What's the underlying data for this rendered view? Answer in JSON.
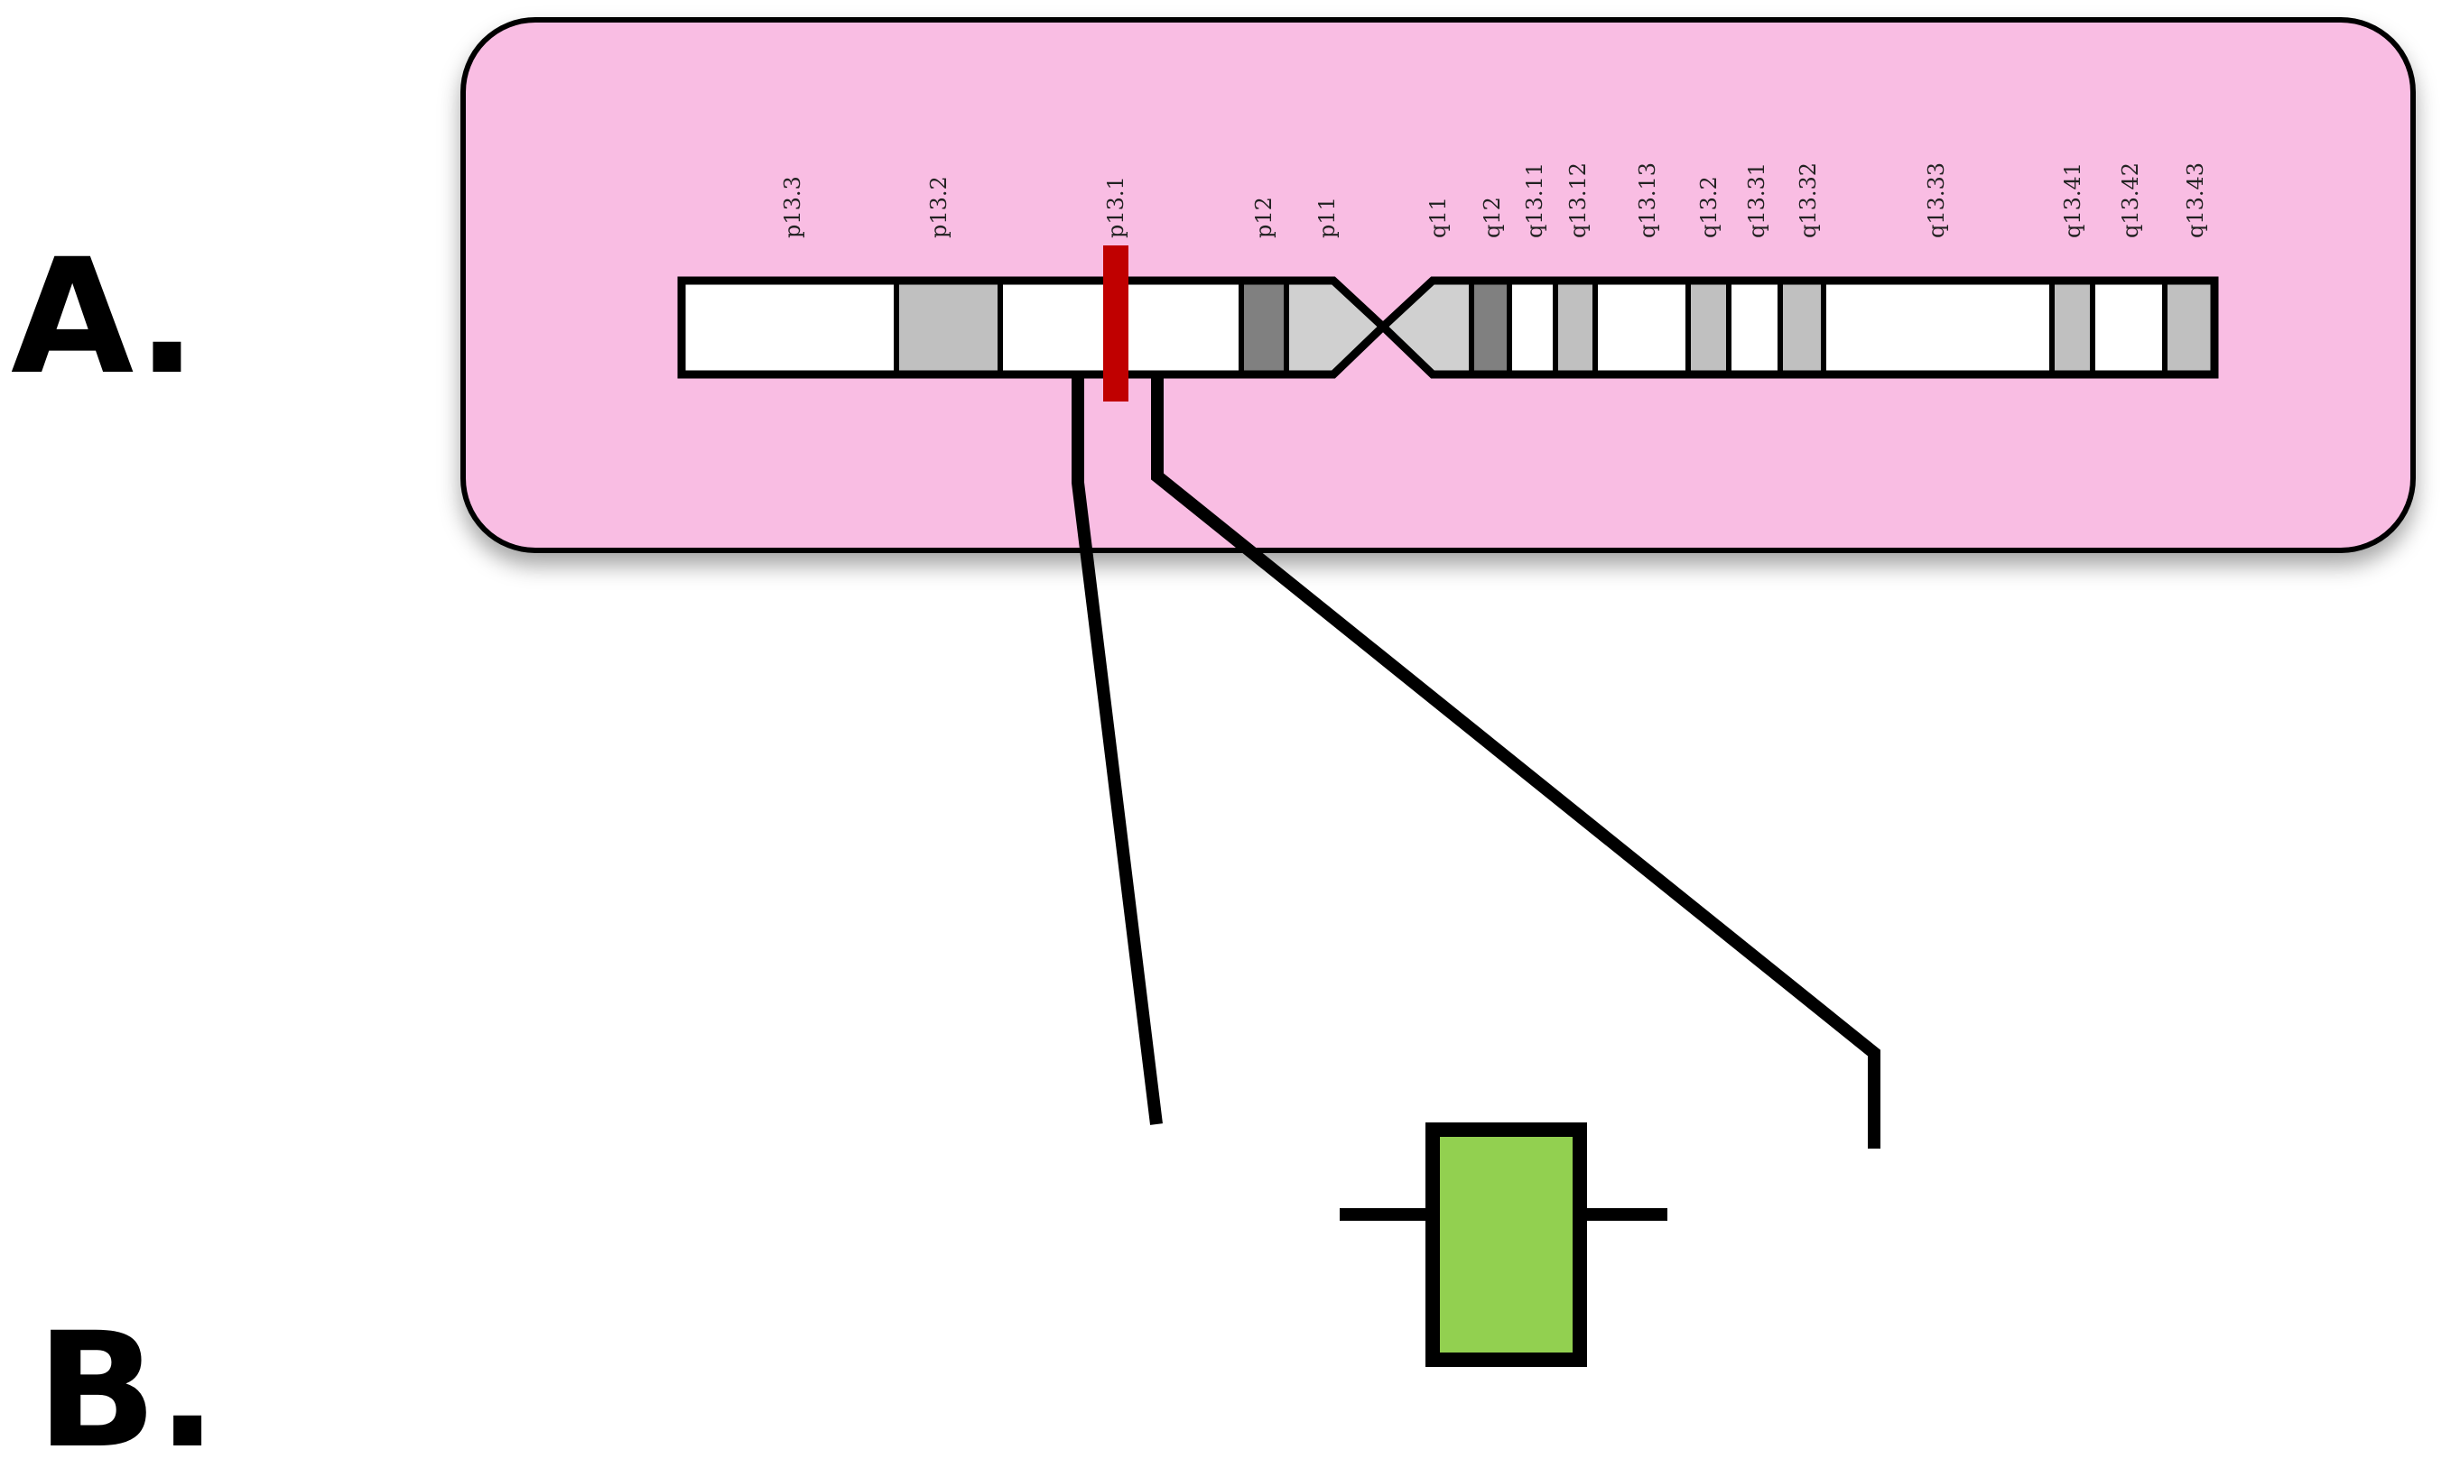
{
  "panel_labels": {
    "a": "A.",
    "b": "B."
  },
  "colors": {
    "panel_background": "#f9bde3",
    "outline": "#000000",
    "marker": "#c00000",
    "gene_box": "#92d050",
    "band_white": "#ffffff",
    "band_light": "#c0c0c0",
    "band_dark": "#808080",
    "centromere": "#d0d0d0"
  },
  "chromosome": {
    "bands": [
      {
        "name": "p13.3",
        "stain": "white"
      },
      {
        "name": "p13.2",
        "stain": "light"
      },
      {
        "name": "p13.1",
        "stain": "white"
      },
      {
        "name": "p12",
        "stain": "dark"
      },
      {
        "name": "p11",
        "stain": "centromere"
      },
      {
        "name": "q11",
        "stain": "centromere"
      },
      {
        "name": "q12",
        "stain": "dark"
      },
      {
        "name": "q13.11",
        "stain": "white"
      },
      {
        "name": "q13.12",
        "stain": "light"
      },
      {
        "name": "q13.13",
        "stain": "white"
      },
      {
        "name": "q13.2",
        "stain": "light"
      },
      {
        "name": "q13.31",
        "stain": "white"
      },
      {
        "name": "q13.32",
        "stain": "light"
      },
      {
        "name": "q13.33",
        "stain": "white"
      },
      {
        "name": "q13.41",
        "stain": "light"
      },
      {
        "name": "q13.42",
        "stain": "white"
      },
      {
        "name": "q13.43",
        "stain": "light"
      }
    ],
    "marker_band": "p13.1"
  }
}
